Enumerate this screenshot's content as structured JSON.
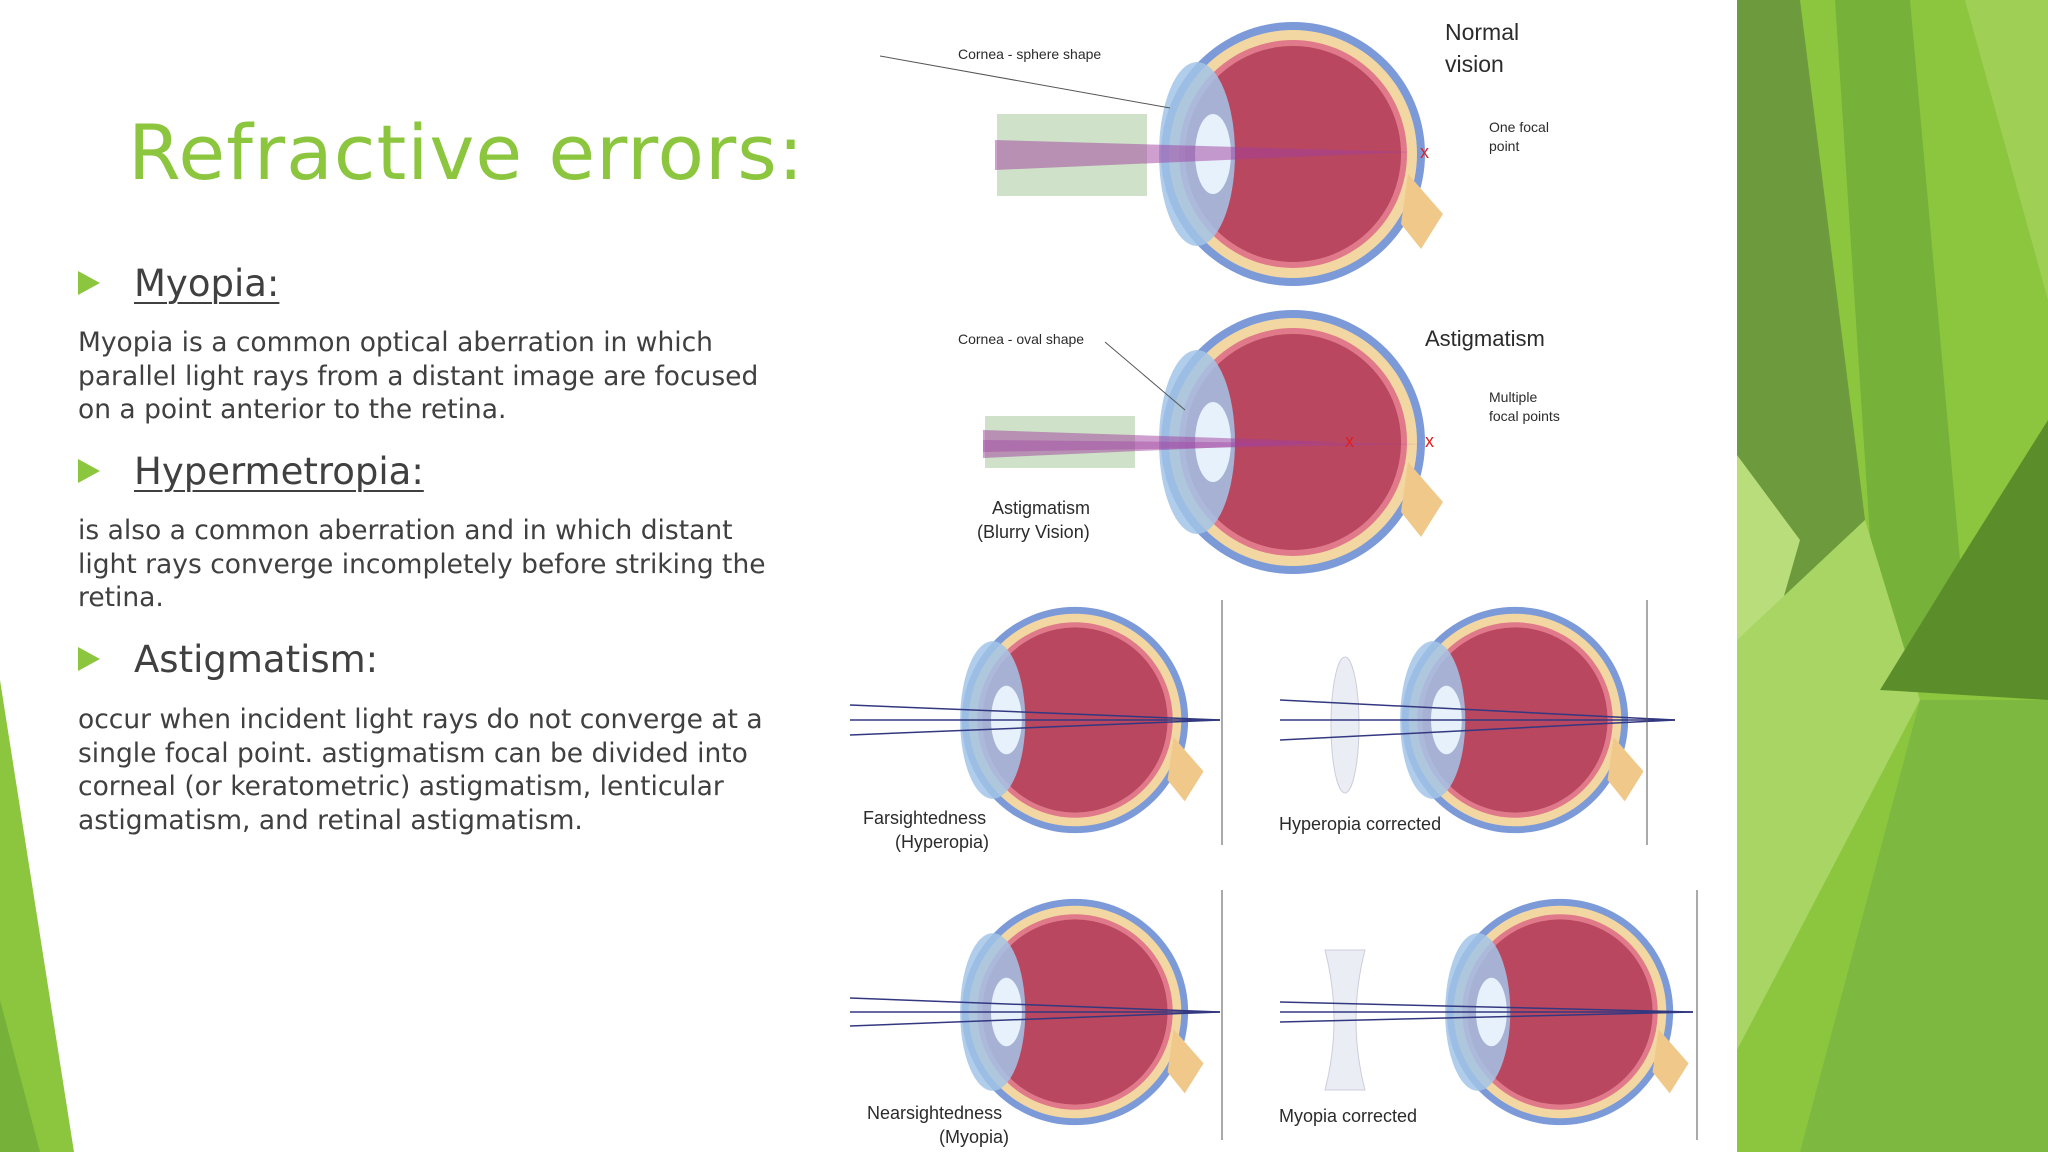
{
  "title": "Refractive errors:",
  "sections": [
    {
      "heading": "Myopia:",
      "body": "Myopia is a common optical aberration in which parallel light rays from a distant image are focused on a point anterior to the retina."
    },
    {
      "heading": "Hypermetropia:",
      "body": "is also a common aberration and in which distant light rays converge incompletely before striking the retina."
    },
    {
      "heading": "Astigmatism:",
      "body": "occur when incident light rays do not converge at a single focal point. astigmatism can be divided into corneal (or keratometric) astigmatism, lenticular astigmatism, and retinal astigmatism."
    }
  ],
  "figure": {
    "normal": {
      "title_line1": "Normal",
      "title_line2": "vision",
      "cornea_label": "Cornea - sphere shape",
      "focal_line1": "One focal",
      "focal_line2": "point"
    },
    "astig": {
      "title": "Astigmatism",
      "cornea_label": "Cornea - oval shape",
      "focal_line1": "Multiple",
      "focal_line2": "focal points",
      "caption_line1": "Astigmatism",
      "caption_line2": "(Blurry Vision)"
    },
    "far": {
      "caption_line1": "Farsightedness",
      "caption_line2": "(Hyperopia)"
    },
    "hyper_corr": {
      "caption": "Hyperopia corrected"
    },
    "near": {
      "caption_line1": "Nearsightedness",
      "caption_line2": "(Myopia)"
    },
    "myopia_corr": {
      "caption": "Myopia corrected"
    }
  },
  "colors": {
    "accent_green": "#8cc63f",
    "text": "#404040",
    "eye_inner": "#b8475f",
    "eye_sclera": "#6f8fd0",
    "focal_mark": "#e02020"
  }
}
